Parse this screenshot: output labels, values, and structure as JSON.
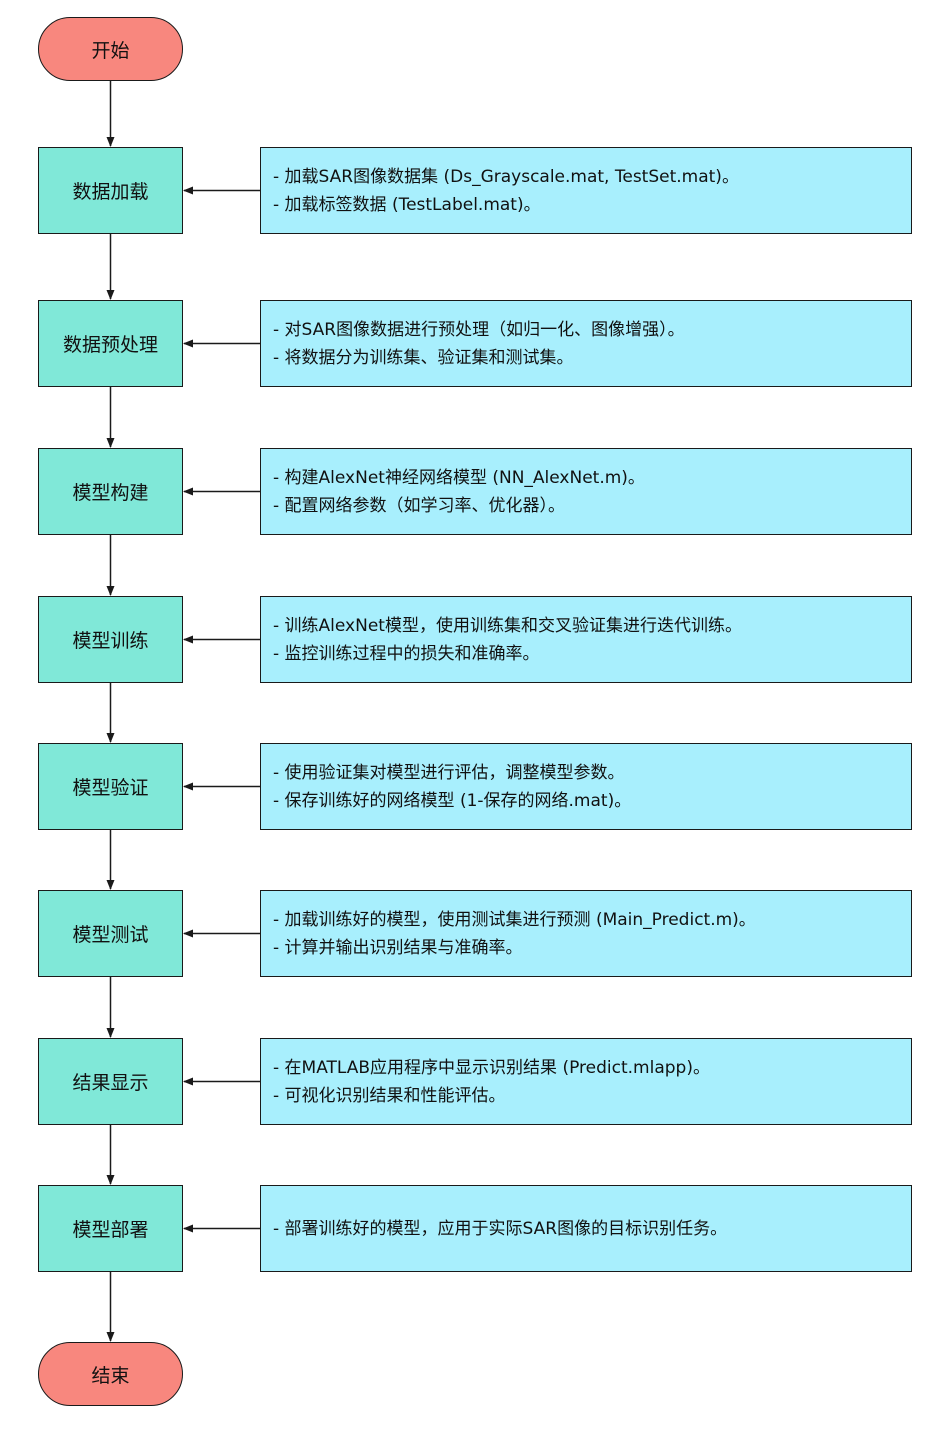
{
  "colors": {
    "terminal_fill": "#f8877e",
    "step_fill": "#80e8d8",
    "note_fill": "#a8effd",
    "stroke": "#1a1a1a"
  },
  "start": {
    "label": "开始"
  },
  "end": {
    "label": "结束"
  },
  "steps": [
    {
      "label": "数据加载",
      "notes": [
        "- 加载SAR图像数据集 (Ds_Grayscale.mat, TestSet.mat)。",
        "- 加载标签数据 (TestLabel.mat)。"
      ]
    },
    {
      "label": "数据预处理",
      "notes": [
        "- 对SAR图像数据进行预处理（如归一化、图像增强）。",
        "- 将数据分为训练集、验证集和测试集。"
      ]
    },
    {
      "label": "模型构建",
      "notes": [
        "- 构建AlexNet神经网络模型 (NN_AlexNet.m)。",
        "- 配置网络参数（如学习率、优化器）。"
      ]
    },
    {
      "label": "模型训练",
      "notes": [
        "- 训练AlexNet模型，使用训练集和交叉验证集进行迭代训练。",
        "- 监控训练过程中的损失和准确率。"
      ]
    },
    {
      "label": "模型验证",
      "notes": [
        "- 使用验证集对模型进行评估，调整模型参数。",
        "- 保存训练好的网络模型 (1-保存的网络.mat)。"
      ]
    },
    {
      "label": "模型测试",
      "notes": [
        "- 加载训练好的模型，使用测试集进行预测 (Main_Predict.m)。",
        "- 计算并输出识别结果与准确率。"
      ]
    },
    {
      "label": "结果显示",
      "notes": [
        "- 在MATLAB应用程序中显示识别结果 (Predict.mlapp)。",
        "- 可视化识别结果和性能评估。"
      ]
    },
    {
      "label": "模型部署",
      "notes": [
        "- 部署训练好的模型，应用于实际SAR图像的目标识别任务。"
      ]
    }
  ]
}
